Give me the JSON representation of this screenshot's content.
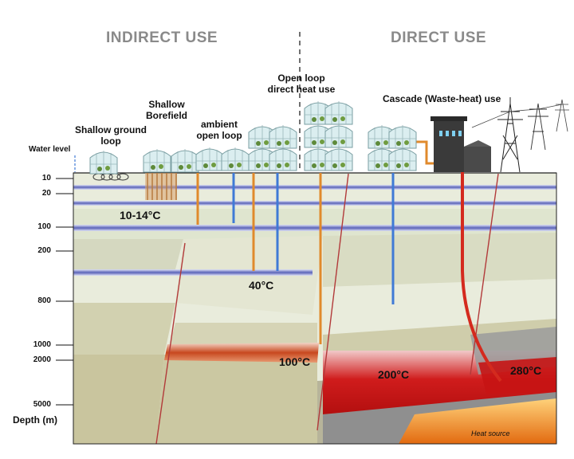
{
  "headers": {
    "indirect": "INDIRECT USE",
    "direct": "DIRECT USE"
  },
  "labels": {
    "water_level": "Water level",
    "shallow_ground_loop": [
      "Shallow ground",
      "loop"
    ],
    "shallow_borefield": [
      "Shallow",
      "Borefield"
    ],
    "ambient_open_loop": [
      "ambient",
      "open loop"
    ],
    "open_loop_direct": [
      "Open loop",
      "direct heat use"
    ],
    "cascade": "Cascade (Waste-heat) use",
    "heat_source": "Heat source",
    "depth_axis": "Depth (m)"
  },
  "depth_ticks": [
    "10",
    "20",
    "100",
    "200",
    "800",
    "1000",
    "2000",
    "5000"
  ],
  "temperatures": {
    "t1": "10-14°C",
    "t2": "40°C",
    "t3": "100°C",
    "t4": "200°C",
    "t5": "280°C"
  },
  "colors": {
    "aquifer_blue": "#5a63b8",
    "pipe_orange": "#e08a2c",
    "pipe_blue": "#3f7ad6",
    "pipe_red": "#d42a1e",
    "hot_layer": "#b30f0f",
    "fault_line": "#b23a3a"
  },
  "icons": [
    "greenhouse-icon",
    "power-pylon-icon",
    "factory-icon"
  ]
}
